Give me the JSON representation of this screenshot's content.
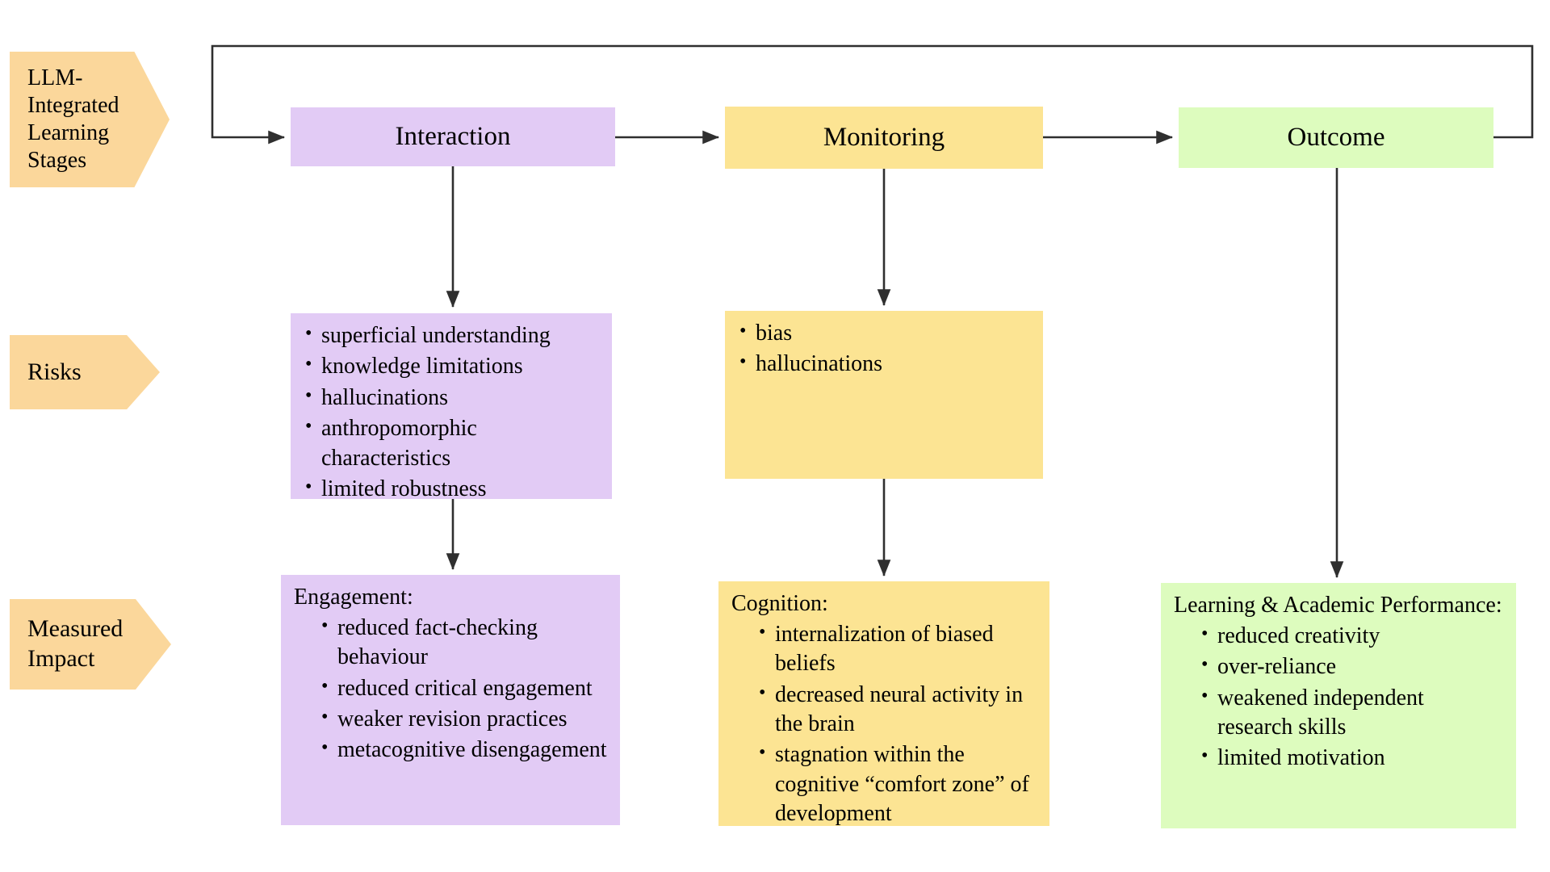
{
  "diagram": {
    "title_rows": [
      {
        "id": "stages",
        "label": "LLM-\nIntegrated\nLearning\nStages"
      },
      {
        "id": "risks",
        "label": "Risks"
      },
      {
        "id": "impact",
        "label": "Measured\nImpact"
      }
    ],
    "colors": {
      "interaction": "#e2cbf5",
      "monitoring": "#fce493",
      "outcome": "#ddfcbe",
      "row_label": "#fbd79b",
      "connector": "#3a3a3a",
      "text": "#000000",
      "background": "#ffffff"
    },
    "columns": [
      {
        "id": "interaction",
        "stage": "Interaction"
      },
      {
        "id": "monitoring",
        "stage": "Monitoring"
      },
      {
        "id": "outcome",
        "stage": "Outcome"
      }
    ],
    "risks": {
      "interaction": [
        "superficial understanding",
        "knowledge limitations",
        "hallucinations",
        "anthropomorphic characteristics",
        "limited robustness"
      ],
      "monitoring": [
        "bias",
        "hallucinations"
      ]
    },
    "impact": {
      "interaction": {
        "heading": "Engagement:",
        "items": [
          "reduced fact-checking behaviour",
          "reduced critical engagement",
          "weaker revision practices",
          "metacognitive disengagement"
        ]
      },
      "monitoring": {
        "heading": "Cognition:",
        "items": [
          "internalization of biased beliefs",
          "decreased neural activity in the brain",
          "stagnation within the cognitive “comfort zone” of development"
        ]
      },
      "outcome": {
        "heading": "Learning & Academic Performance:",
        "items": [
          "reduced creativity",
          "over-reliance",
          "weakened independent research skills",
          "limited motivation"
        ]
      }
    },
    "connectors": [
      {
        "id": "interaction-to-monitoring",
        "kind": "horizontal-arrow"
      },
      {
        "id": "monitoring-to-outcome",
        "kind": "horizontal-arrow"
      },
      {
        "id": "outcome-feedback-to-interaction",
        "kind": "loop-arrow"
      },
      {
        "id": "interaction-to-risks",
        "kind": "vertical-arrow"
      },
      {
        "id": "monitoring-to-risks",
        "kind": "vertical-arrow"
      },
      {
        "id": "risks-to-impact-interaction",
        "kind": "vertical-arrow"
      },
      {
        "id": "risks-to-impact-monitoring",
        "kind": "vertical-arrow"
      },
      {
        "id": "outcome-to-impact-outcome",
        "kind": "vertical-arrow"
      }
    ]
  }
}
